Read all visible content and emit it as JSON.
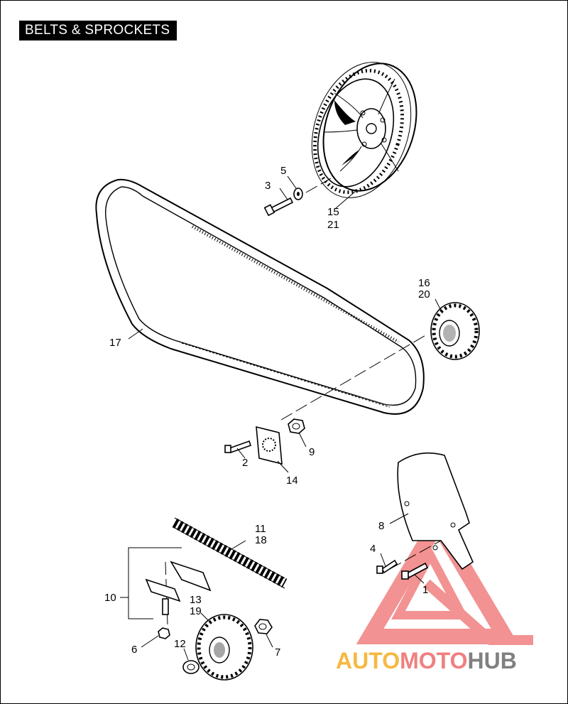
{
  "title": "BELTS & SPROCKETS",
  "callouts": {
    "c1": "1",
    "c2": "2",
    "c3": "3",
    "c4": "4",
    "c5": "5",
    "c6": "6",
    "c7": "7",
    "c8": "8",
    "c9": "9",
    "c10": "10",
    "c11": "11",
    "c12": "12",
    "c13": "13",
    "c14": "14",
    "c15": "15",
    "c16": "16",
    "c17": "17",
    "c18": "18",
    "c19": "19",
    "c20": "20",
    "c21": "21"
  },
  "watermark": {
    "part1": "AUTO",
    "part2": "MOTO",
    "part3": "HUB",
    "colors": {
      "auto": "#f5b942",
      "moto": "#f08080",
      "hub": "#808080"
    }
  }
}
